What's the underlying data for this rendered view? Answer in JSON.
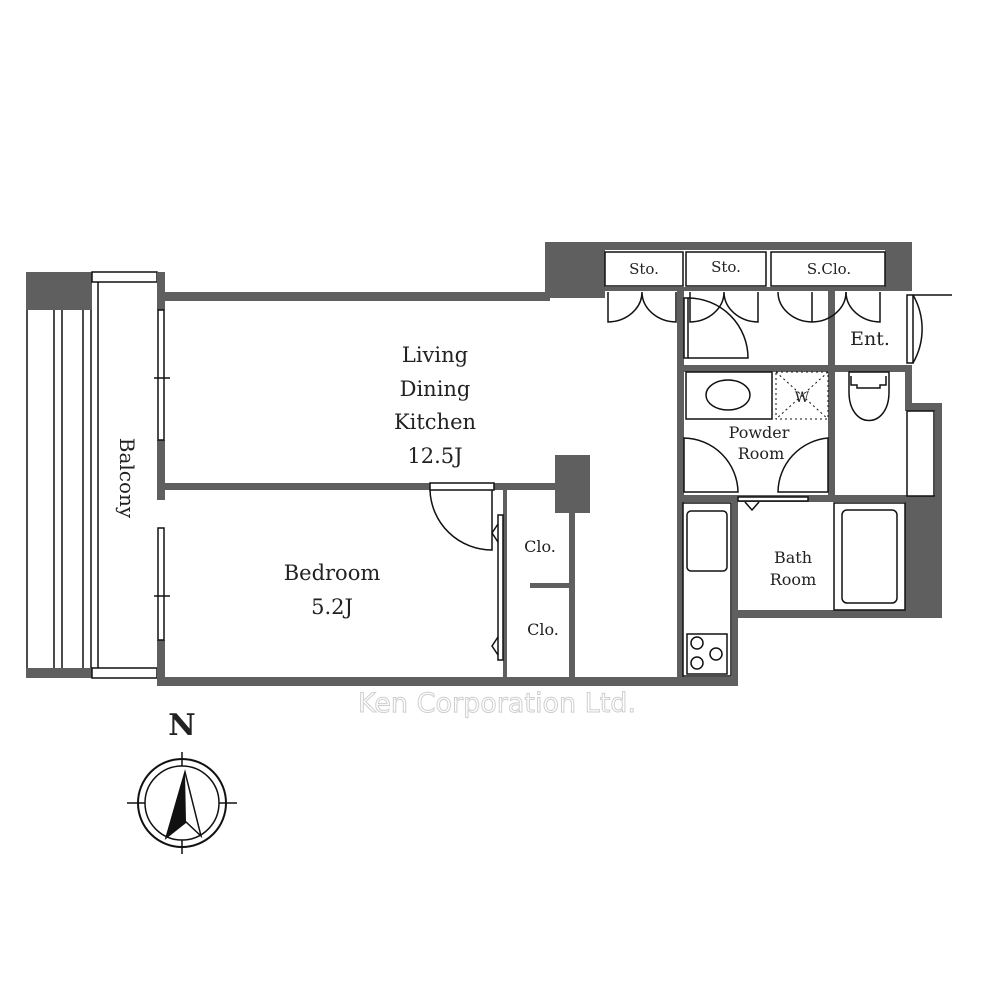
{
  "rooms": {
    "ldk_line1": "Living",
    "ldk_line2": "Dining",
    "ldk_line3": "Kitchen",
    "ldk_size": "12.5J",
    "bedroom": "Bedroom",
    "bedroom_size": "5.2J",
    "balcony": "Balcony",
    "closet1": "Clo.",
    "closet2": "Clo.",
    "storage1": "Sto.",
    "storage2": "Sto.",
    "shoe_closet": "S.Clo.",
    "entrance": "Ent.",
    "powder_line1": "Powder",
    "powder_line2": "Room",
    "bath_line1": "Bath",
    "bath_line2": "Room",
    "washer": "W"
  },
  "compass": {
    "label": "N"
  },
  "watermark": "Ken Corporation Ltd.",
  "colors": {
    "wall": "#5f5f5f",
    "line": "#111111",
    "watermark": "#d8d8d8"
  }
}
